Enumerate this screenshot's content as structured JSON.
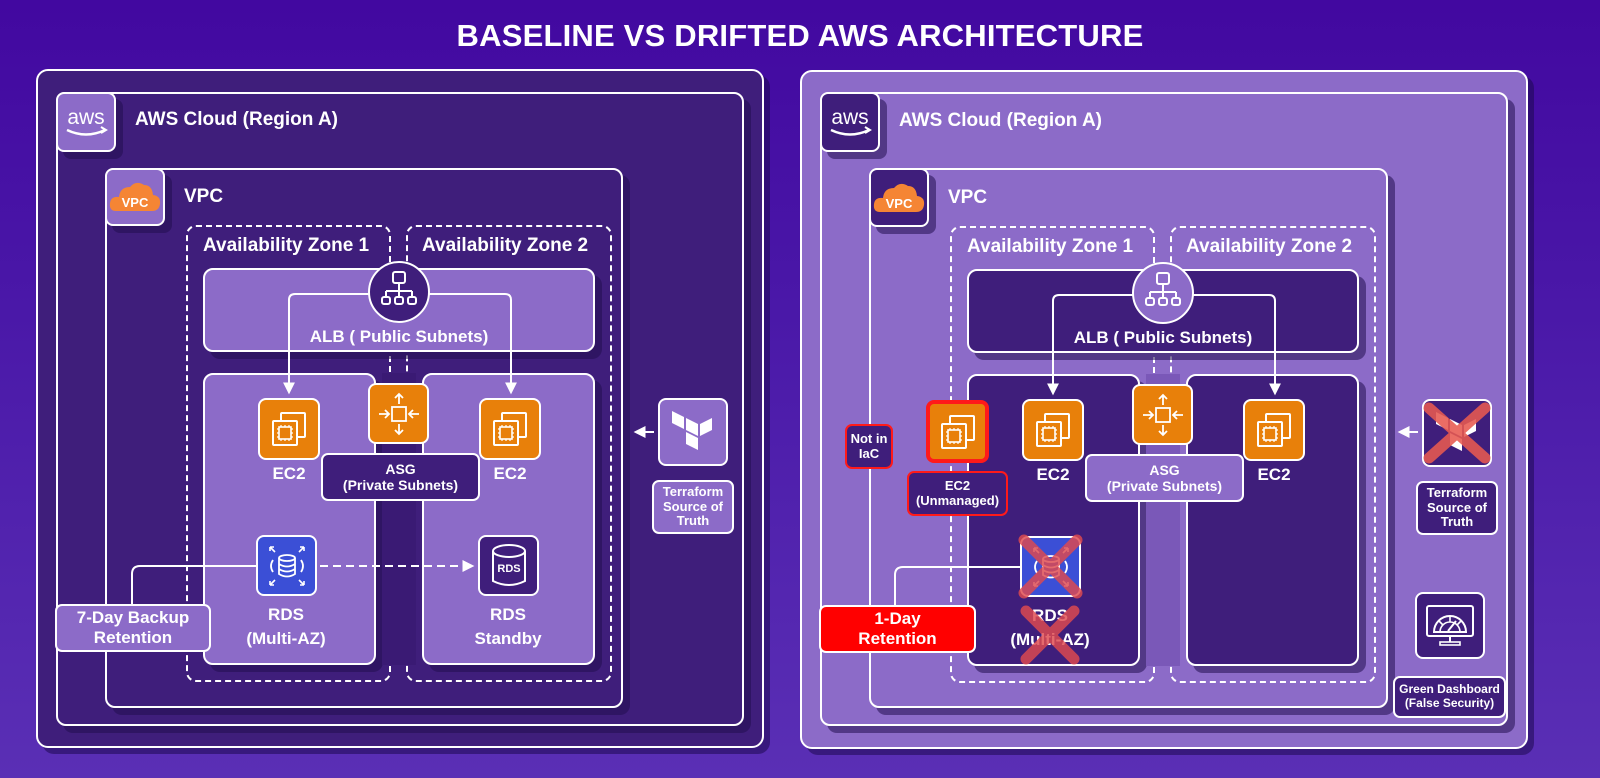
{
  "title": "BASELINE VS DRIFTED AWS ARCHITECTURE",
  "colors": {
    "background": "#4208a0",
    "dark_panel": "#3f1e7b",
    "light_panel": "#8c6bc8",
    "aws_orange": "#e8800a",
    "rds_blue": "#3b4fd6",
    "alert_red": "#ff0000",
    "cross_red": "#d9454a"
  },
  "baseline": {
    "cloud_label": "AWS Cloud (Region A)",
    "aws_logo": "aws",
    "vpc_label": "VPC",
    "vpc_icon_text": "VPC",
    "az1_label": "Availability Zone 1",
    "az2_label": "Availability Zone 2",
    "alb_label": "ALB ( Public Subnets)",
    "ec2_left_label": "EC2",
    "ec2_right_label": "EC2",
    "asg_line1": "ASG",
    "asg_line2": "(Private Subnets)",
    "rds_line1": "RDS",
    "rds_line2": "(Multi-AZ)",
    "rds_standby_icon_text": "RDS",
    "rds_standby_line1": "RDS",
    "rds_standby_line2": "Standby",
    "backup_line1": "7-Day Backup",
    "backup_line2": "Retention",
    "terraform_line1": "Terraform",
    "terraform_line2": "Source of",
    "terraform_line3": "Truth"
  },
  "drifted": {
    "cloud_label": "AWS Cloud (Region A)",
    "aws_logo": "aws",
    "vpc_label": "VPC",
    "vpc_icon_text": "VPC",
    "az1_label": "Availability Zone 1",
    "az2_label": "Availability Zone 2",
    "alb_label": "ALB ( Public Subnets)",
    "not_in_iac_line1": "Not in",
    "not_in_iac_line2": "IaC",
    "unmanaged_line1": "EC2",
    "unmanaged_line2": "(Unmanaged)",
    "ec2_left_label": "EC2",
    "ec2_right_label": "EC2",
    "asg_line1": "ASG",
    "asg_line2": "(Private Subnets)",
    "rds_line1": "RDS",
    "rds_line2": "(Multi-AZ)",
    "retention_line1": "1-Day",
    "retention_line2": "Retention",
    "terraform_line1": "Terraform",
    "terraform_line2": "Source of",
    "terraform_line3": "Truth",
    "dashboard_line1": "Green Dashboard",
    "dashboard_line2": "(False Security)"
  }
}
